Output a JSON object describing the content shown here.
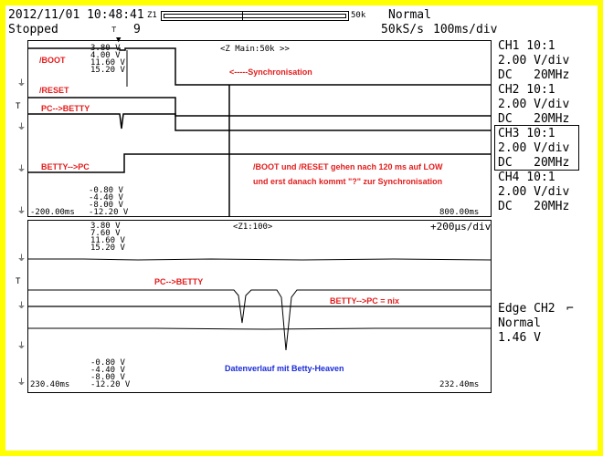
{
  "header": {
    "datetime": "2012/11/01 10:48:41",
    "status": "Stopped",
    "trigger_count": "9",
    "zoom1_label": "Z1",
    "record_length": "50k",
    "mode": "Normal",
    "sample_rate": "50kS/s",
    "timebase": "100ms/div"
  },
  "channels": [
    {
      "name": "CH1 10:1",
      "vdiv": "2.00 V/div",
      "coupling": "DC   20MHz"
    },
    {
      "name": "CH2 10:1",
      "vdiv": "2.00 V/div",
      "coupling": "DC   20MHz"
    },
    {
      "name": "CH3 10:1",
      "vdiv": "2.00 V/div",
      "coupling": "DC   20MHz"
    },
    {
      "name": "CH4 10:1",
      "vdiv": "2.00 V/div",
      "coupling": "DC   20MHz"
    }
  ],
  "trigger": {
    "type": "Edge CH2",
    "mode": "Normal",
    "level": "1.46 V"
  },
  "main_panel": {
    "title": "<Z Main:50k >>",
    "scale_top": [
      "3.80 V",
      "4.00 V",
      "11.60 V",
      "15.20 V"
    ],
    "scale_bottom": [
      "-0.80 V",
      "-4.40 V",
      "-8.00 V",
      "-12.20 V"
    ],
    "start_time": "-200.00ms",
    "end_time": "800.00ms"
  },
  "zoom_panel": {
    "title": "<Z1:100>",
    "timebase": "+200µs/div",
    "scale_top": [
      "3.80 V",
      "7.60 V",
      "11.60 V",
      "15.20 V"
    ],
    "scale_bottom": [
      "-0.80 V",
      "-4.40 V",
      "-8.00 V",
      "-12.20 V"
    ],
    "start_time": "230.40ms",
    "end_time": "232.40ms"
  },
  "annotations": {
    "boot": "/BOOT",
    "reset": "/RESET",
    "pc_betty": "PC-->BETTY",
    "betty_pc": "BETTY-->PC",
    "sync": "<-----Synchronisation",
    "note_line1": "/BOOT und /RESET gehen nach 120 ms auf LOW",
    "note_line2": "und erst danach kommt \"?\" zur Synchronisation",
    "zoom_pc_betty": "PC-->BETTY",
    "zoom_betty_pc": "BETTY-->PC = nix",
    "data_note": "Datenverlauf mit Betty-Heaven"
  },
  "colors": {
    "border": "#ffff00",
    "annotation": "#e31c1c",
    "note": "#1a2bd8",
    "trace": "#000000"
  }
}
